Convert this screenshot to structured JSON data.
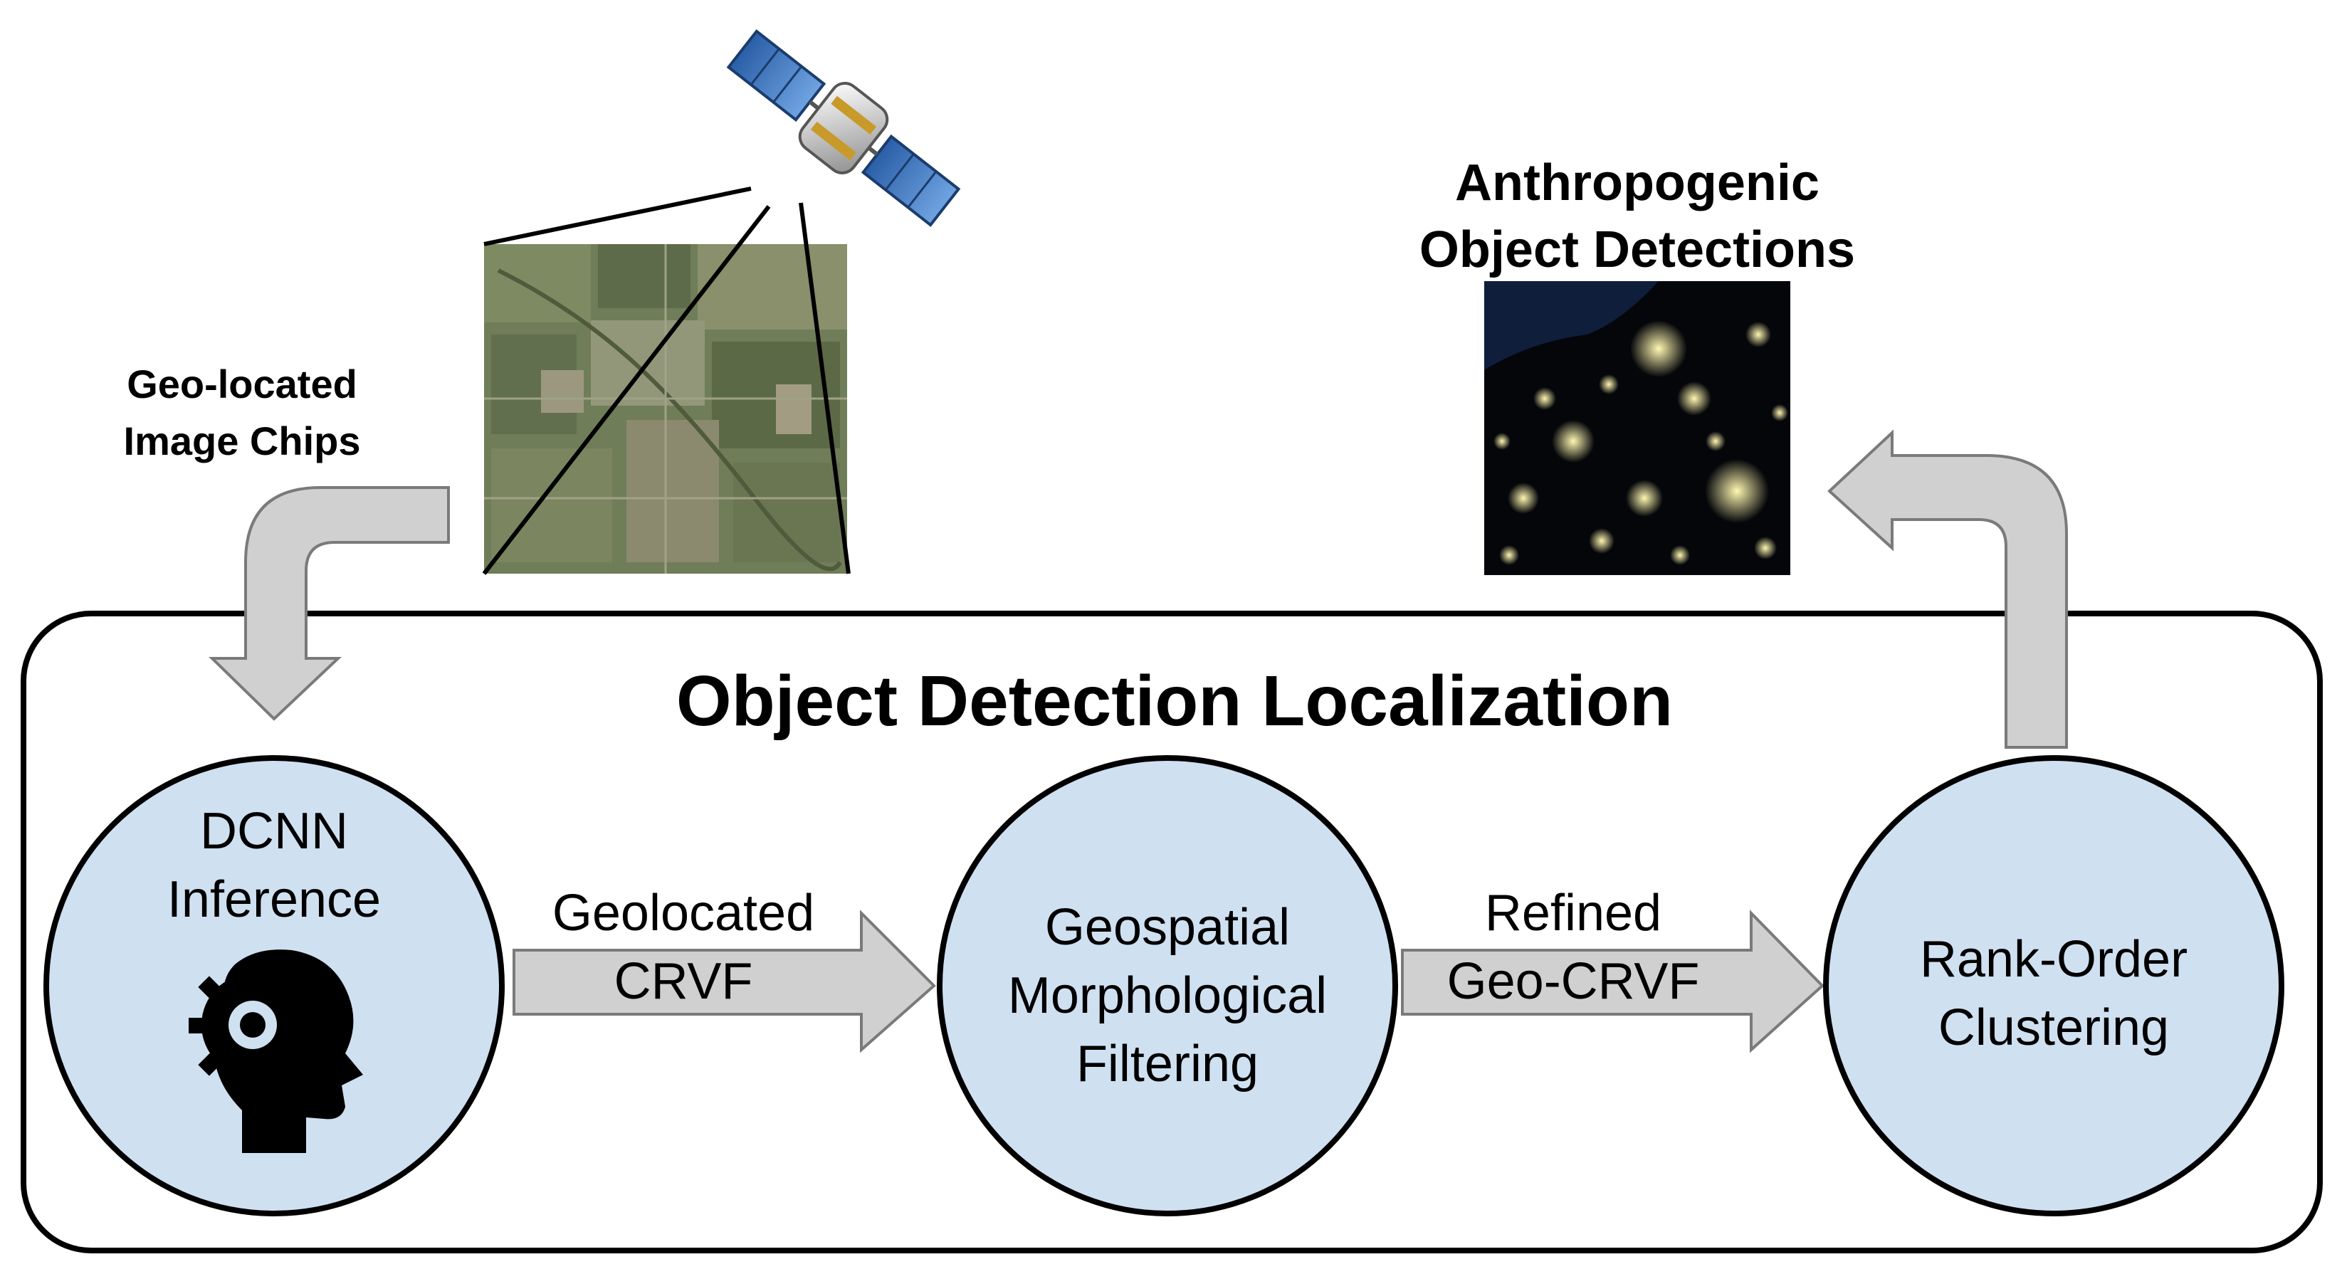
{
  "diagram": {
    "title": "Object Detection Localization",
    "input_label": [
      "Geo-located",
      "Image Chips"
    ],
    "output_label": [
      "Anthropogenic",
      "Object Detections"
    ],
    "nodes": [
      {
        "id": "dcnn",
        "lines": [
          "DCNN",
          "Inference"
        ],
        "icon": "head-gear-icon"
      },
      {
        "id": "filtering",
        "lines": [
          "Geospatial",
          "Morphological",
          "Filtering"
        ]
      },
      {
        "id": "clustering",
        "lines": [
          "Rank-Order",
          "Clustering"
        ]
      }
    ],
    "edges": [
      {
        "from": "dcnn",
        "to": "filtering",
        "lines": [
          "Geolocated",
          "CRVF"
        ]
      },
      {
        "from": "filtering",
        "to": "clustering",
        "lines": [
          "Refined",
          "Geo-CRVF"
        ]
      }
    ],
    "icons": [
      "satellite-icon",
      "satellite-image",
      "night-lights-image"
    ],
    "colors": {
      "node_fill": "#cfe0f1",
      "arrow_fill": "#d0d0d0",
      "stroke": "#000000"
    }
  }
}
